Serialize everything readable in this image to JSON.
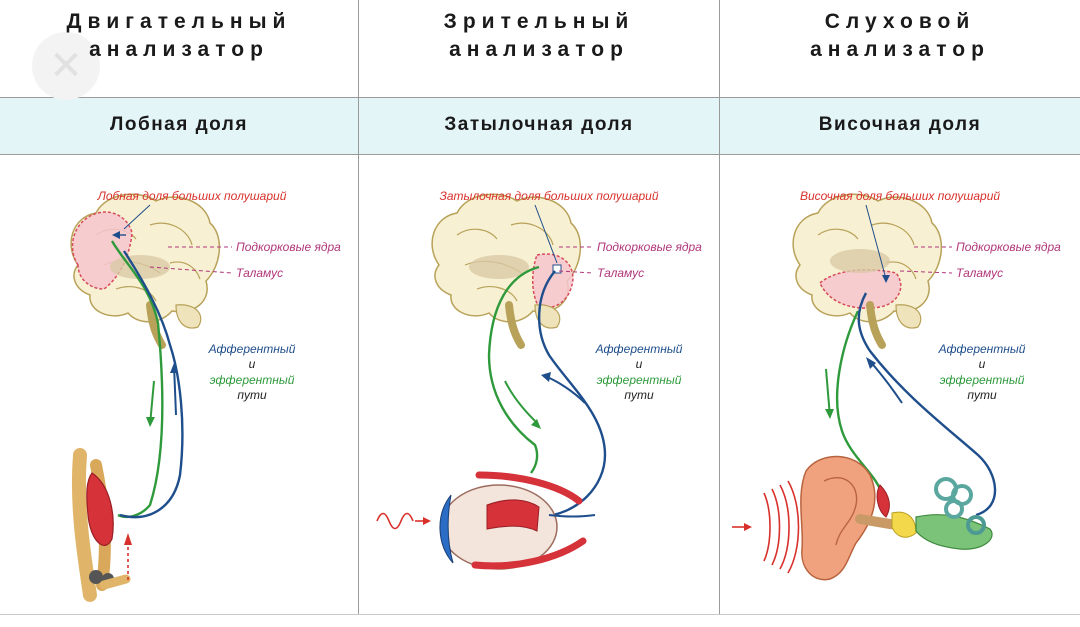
{
  "columns": [
    {
      "title_line1": "Двигательный",
      "title_line2": "анализатор",
      "lobe": "Лобная доля",
      "region_label": "Лобная доля больших полушарий",
      "subcortical_label": "Подкорковые ядра",
      "thalamus_label": "Таламус",
      "pathway_line1": "Афферентный",
      "pathway_line2": "и",
      "pathway_line3": "эфферентный",
      "pathway_line4": "пути"
    },
    {
      "title_line1": "Зрительный",
      "title_line2": "анализатор",
      "lobe": "Затылочная доля",
      "region_label": "Затылочная доля больших полушарий",
      "subcortical_label": "Подкорковые ядра",
      "thalamus_label": "Таламус",
      "pathway_line1": "Афферентный",
      "pathway_line2": "и",
      "pathway_line3": "эфферентный",
      "pathway_line4": "пути"
    },
    {
      "title_line1": "Слуховой",
      "title_line2": "анализатор",
      "lobe": "Височная доля",
      "region_label": "Височная доля больших полушарий",
      "subcortical_label": "Подкорковые ядра",
      "thalamus_label": "Таламус",
      "pathway_line1": "Афферентный",
      "pathway_line2": "и",
      "pathway_line3": "эфферентный",
      "pathway_line4": "пути"
    }
  ],
  "colors": {
    "region_label": "#d8312b",
    "nucleus_label": "#b0367a",
    "afferent": "#1f4e8c",
    "efferent": "#2e9a3c",
    "brain_fill": "#f7f0d2",
    "brain_stroke": "#b8a25a",
    "lobe_fill": "#f6c6cf",
    "lobe_stroke": "#d84a5a",
    "header_band": "#e4f5f8"
  }
}
